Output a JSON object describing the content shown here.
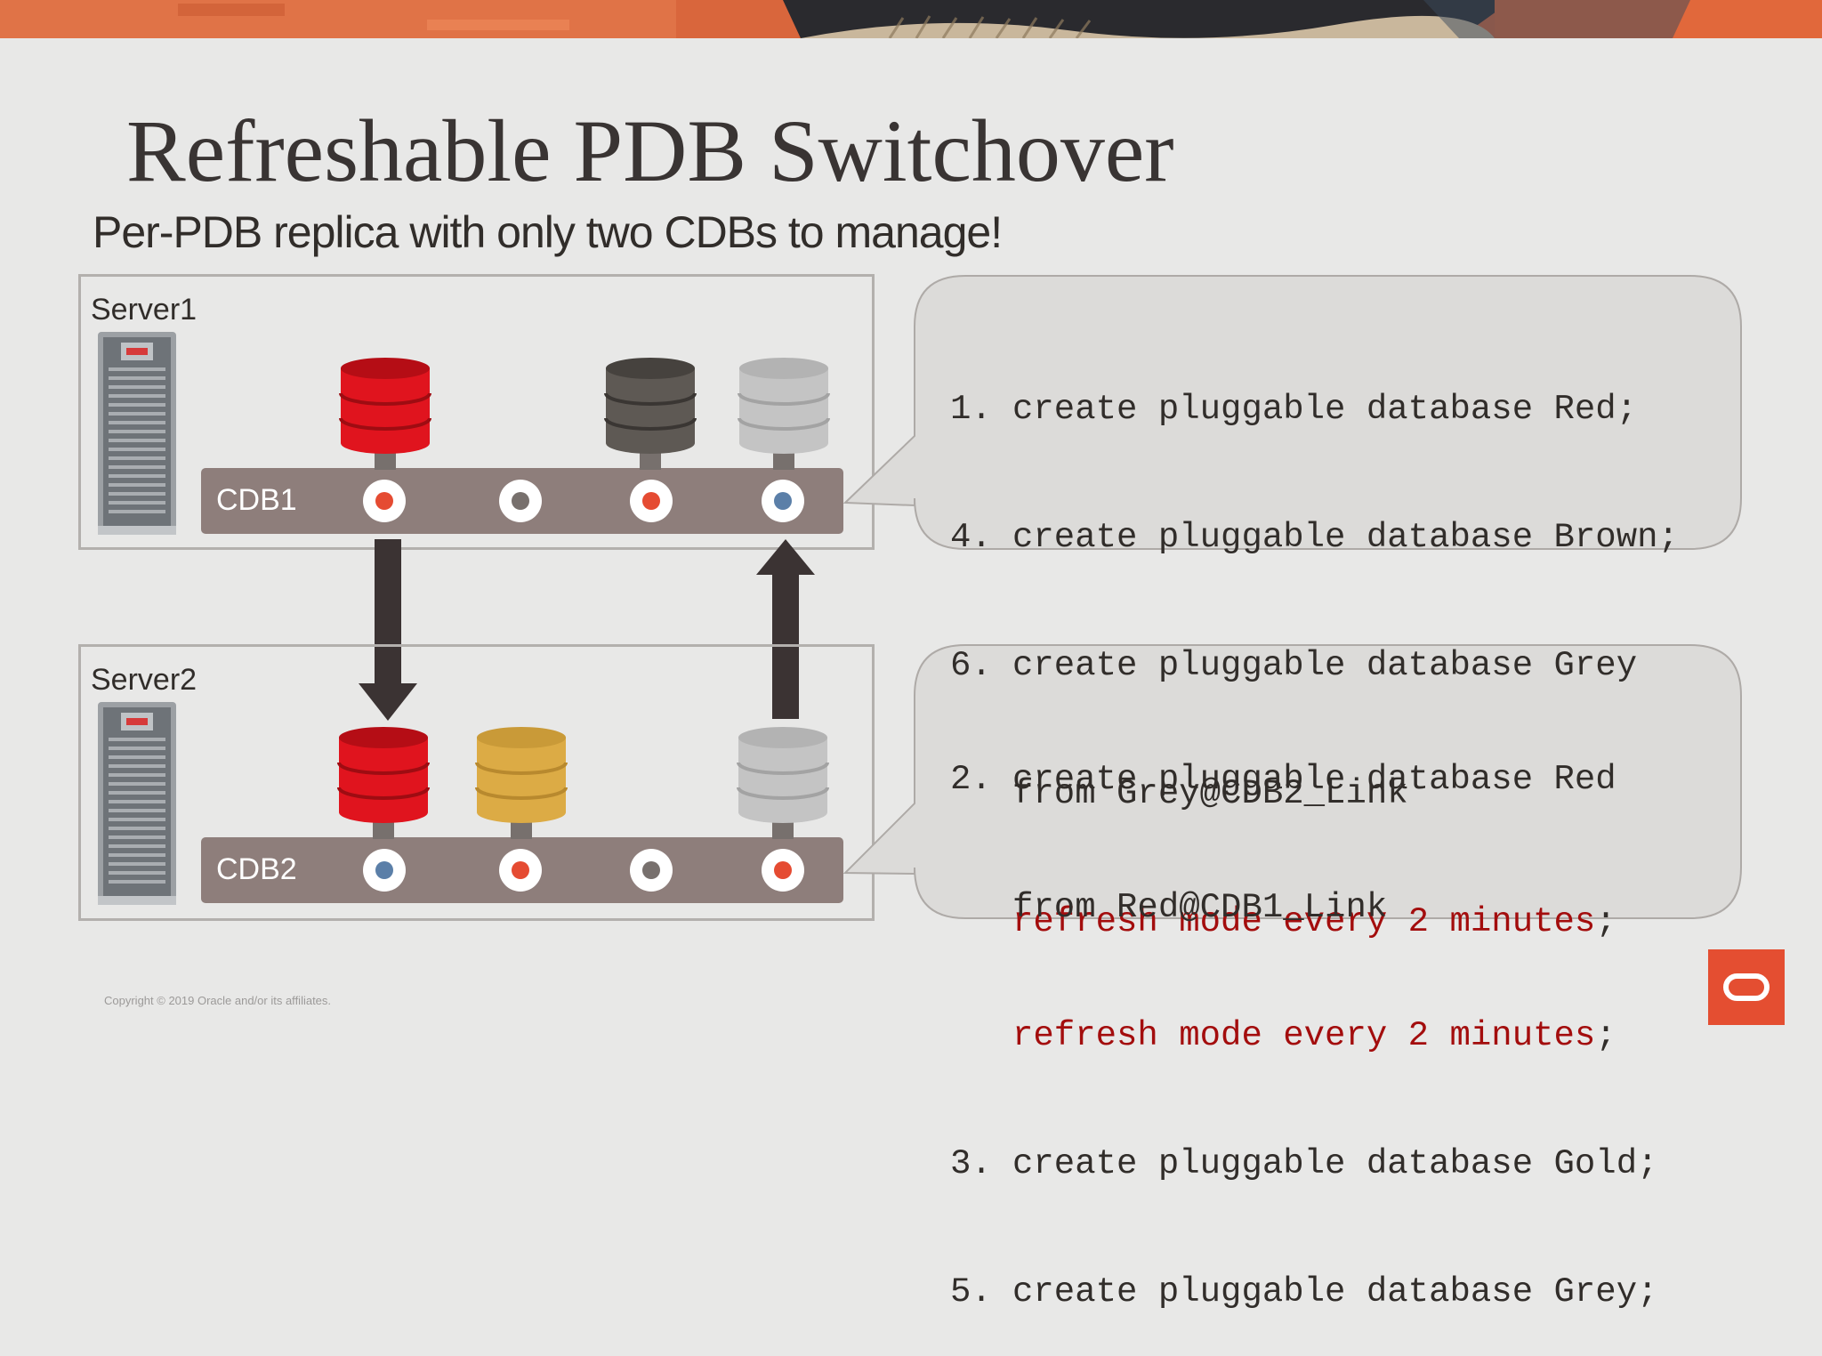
{
  "slide": {
    "title": "Refreshable PDB Switchover",
    "subtitle": "Per-PDB replica with only two CDBs to manage!",
    "copyright": "Copyright © 2019 Oracle and/or its affiliates."
  },
  "colors": {
    "red_db": "#e0141e",
    "brown_db": "#5e5954",
    "grey_db": "#c4c4c4",
    "gold_db": "#dcab45",
    "cdb_bar": "#8e7e7b",
    "dot_red": "#e54b32",
    "dot_grey": "#77706d",
    "dot_blue": "#5b7fa8",
    "code_red": "#a30d0d",
    "oracle_red": "#e44e31"
  },
  "server1": {
    "label": "Server1",
    "cdb_label": "CDB1",
    "databases": [
      "red",
      "brown",
      "grey"
    ],
    "slot_dots": [
      "red",
      "grey",
      "red",
      "blue"
    ]
  },
  "server2": {
    "label": "Server2",
    "cdb_label": "CDB2",
    "databases": [
      "red",
      "gold",
      "grey"
    ],
    "slot_dots": [
      "blue",
      "red",
      "grey",
      "red"
    ]
  },
  "callout1": {
    "lines": [
      {
        "num": "1.",
        "text": "create pluggable database Red;",
        "highlight": false
      },
      {
        "num": "4.",
        "text": "create pluggable database Brown;",
        "highlight": false
      },
      {
        "num": "6.",
        "text": "create pluggable database Grey",
        "highlight": false
      },
      {
        "num": "",
        "text": "from Grey@CDB2_Link",
        "highlight": false
      },
      {
        "num": "",
        "text": "refresh mode every 2 minutes",
        "suffix": ";",
        "highlight": true
      }
    ]
  },
  "callout2": {
    "lines": [
      {
        "num": "2.",
        "text": "create pluggable database Red",
        "highlight": false
      },
      {
        "num": "",
        "text": "from Red@CDB1_Link",
        "highlight": false
      },
      {
        "num": "",
        "text": "refresh mode every 2 minutes",
        "suffix": ";",
        "highlight": true
      },
      {
        "num": "3.",
        "text": "create pluggable database Gold;",
        "highlight": false
      },
      {
        "num": "5.",
        "text": "create pluggable database Grey;",
        "highlight": false
      }
    ]
  }
}
